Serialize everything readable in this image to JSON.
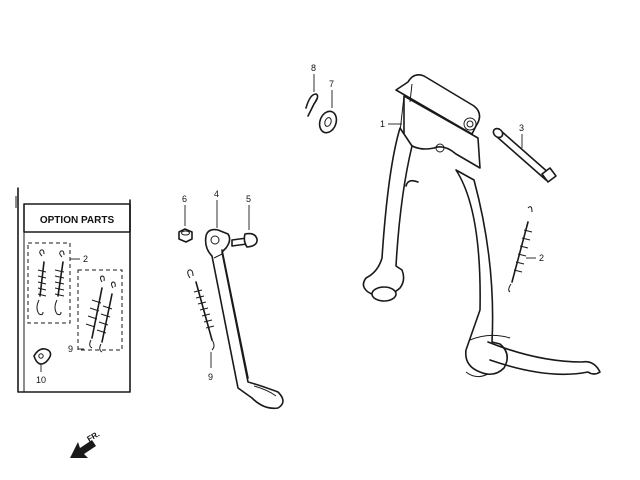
{
  "option_box": {
    "title": "OPTION PARTS"
  },
  "callouts": {
    "c1": "1",
    "c2a": "2",
    "c2b": "2",
    "c3": "3",
    "c4": "4",
    "c5": "5",
    "c6": "6",
    "c7": "7",
    "c8": "8",
    "c9a": "9",
    "c9b": "9",
    "c10": "10"
  },
  "direction": {
    "label": "FR."
  }
}
